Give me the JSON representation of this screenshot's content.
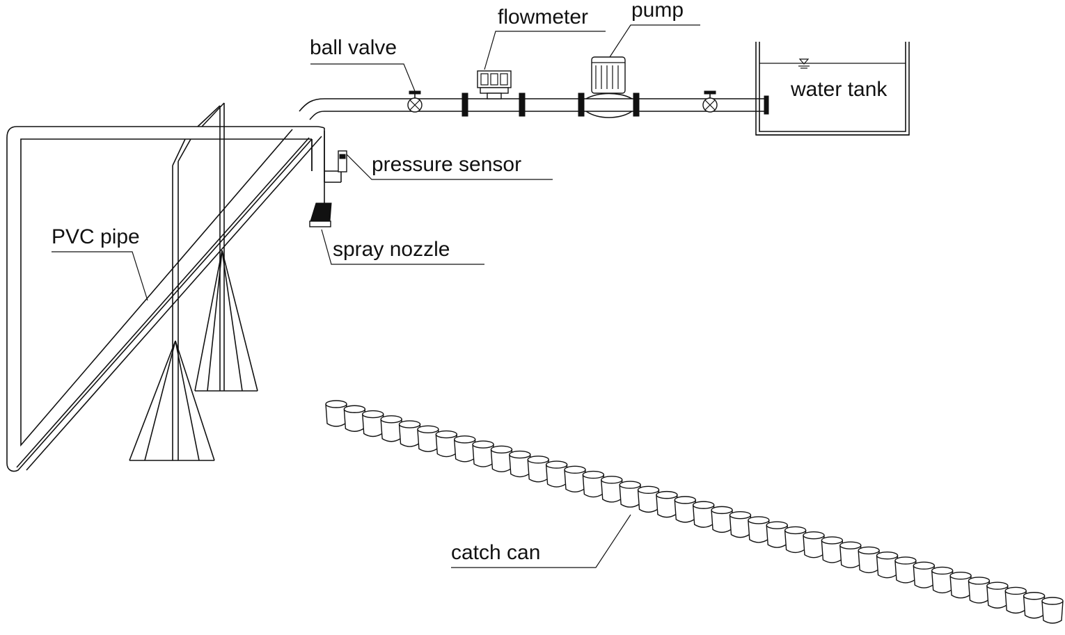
{
  "labels": {
    "ball_valve": "ball valve",
    "flowmeter": "flowmeter",
    "pump": "pump",
    "water_tank": "water tank",
    "pressure_sensor": "pressure sensor",
    "pvc_pipe": "PVC pipe",
    "spray_nozzle": "spray nozzle",
    "catch_can": "catch can"
  },
  "colors": {
    "ink": "#111111",
    "background": "#ffffff"
  }
}
